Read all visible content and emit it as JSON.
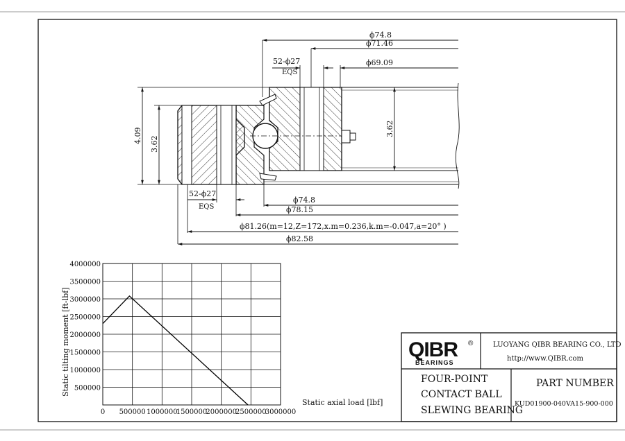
{
  "drawing": {
    "dims_top": {
      "d1": "ϕ74.8",
      "d2": "ϕ71.46",
      "d3": "ϕ69.09",
      "holes": "52-ϕ27",
      "holes_eqs": "EQS"
    },
    "dims_left": {
      "height_total": "4.09",
      "height_inner": "3.62"
    },
    "dim_right_height": "3.62",
    "dims_bottom": {
      "holes": "52-ϕ27",
      "holes_eqs": "EQS",
      "d1": "ϕ74.8",
      "d2": "ϕ78.15",
      "d3": "ϕ81.26(m=12,Z=172,x.m=0.236,k.m=-0.047,a=20° )",
      "d4": "ϕ82.58"
    }
  },
  "chart_data": {
    "type": "line",
    "title": "",
    "xlabel": "Static axial load [lbf]",
    "ylabel": "Static tilting moment [ft-lbf]",
    "xlim": [
      0,
      3000000
    ],
    "ylim": [
      0,
      4000000
    ],
    "x_ticks": [
      "0",
      "500000",
      "1000000",
      "1500000",
      "2000000",
      "2500000",
      "3000000"
    ],
    "y_ticks": [
      "500000",
      "1000000",
      "1500000",
      "2000000",
      "2500000",
      "3000000",
      "3500000",
      "4000000"
    ],
    "grid": true,
    "series": [
      {
        "x": [
          0,
          450000,
          2450000
        ],
        "y": [
          2300000,
          3080000,
          0
        ],
        "color": "#000000"
      }
    ]
  },
  "title_block": {
    "logo_text": "QIBR",
    "logo_reg": "®",
    "logo_sub": "BEARINGS",
    "company": "LUOYANG QIBR BEARING CO., LTD",
    "website": "http://www.QIBR.com",
    "product_line1": "FOUR-POINT",
    "product_line2": "CONTACT BALL",
    "product_line3": "SLEWING BEARING",
    "part_label": "PART NUMBER",
    "part_number": "KUD01900-040VA15-900-000"
  }
}
